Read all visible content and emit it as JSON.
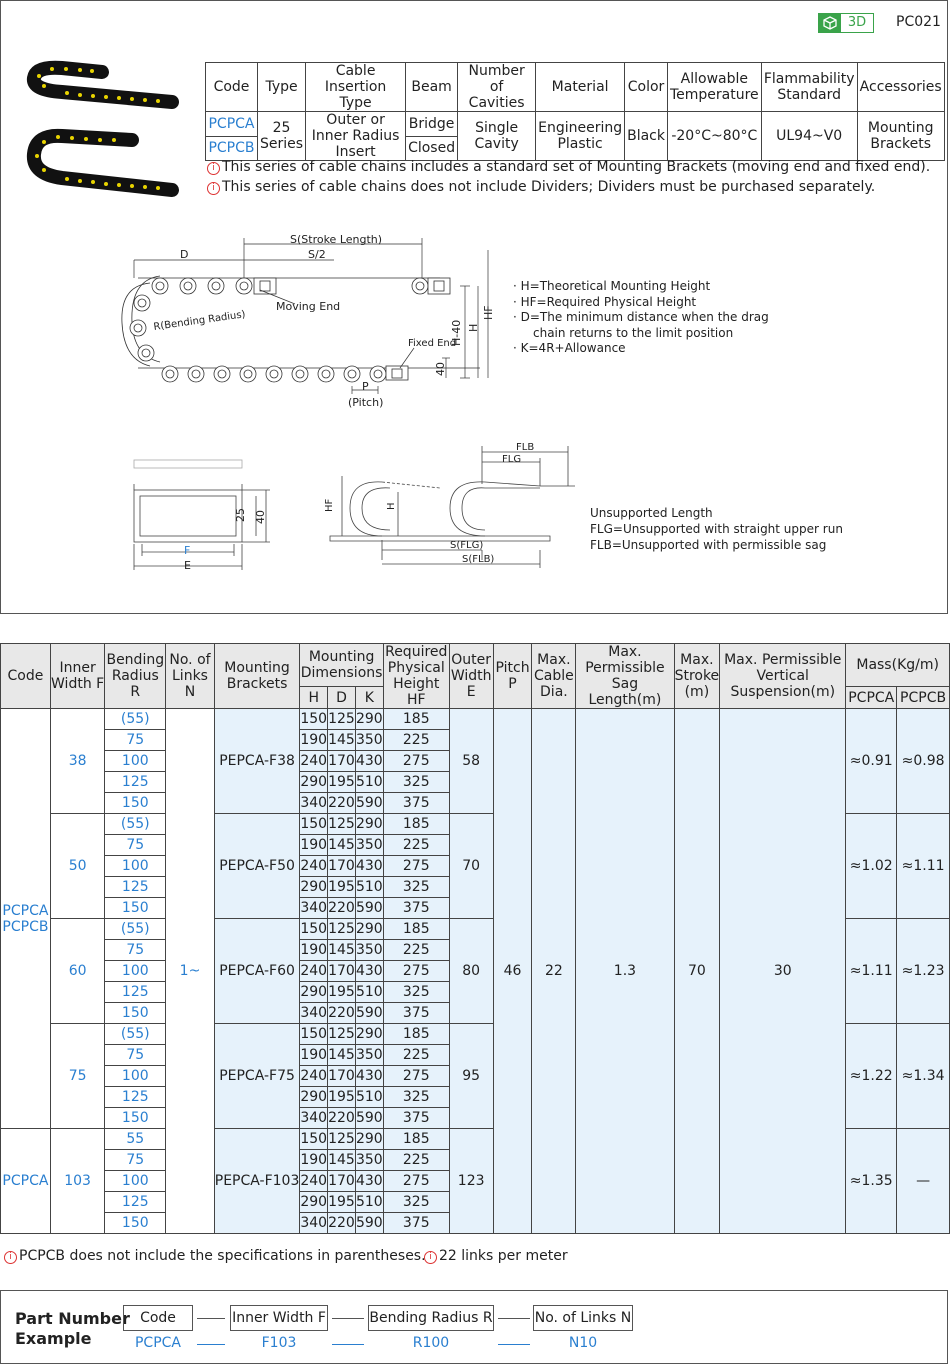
{
  "header": {
    "badge_3d": "3D",
    "code": "PC021"
  },
  "spec_table": {
    "headers": [
      "Code",
      "Type",
      "Cable Insertion Type",
      "Beam",
      "Number of Cavities",
      "Material",
      "Color",
      "Allowable Temperature",
      "Flammability Standard",
      "Accessories"
    ],
    "code_a": "PCPCA",
    "code_b": "PCPCB",
    "type": "25 Series",
    "insertion": "Outer or Inner Radius Insert",
    "beam_a": "Bridge",
    "beam_b": "Closed",
    "cavities": "Single Cavity",
    "material": "Engineering Plastic",
    "color": "Black",
    "temperature": "-20°C~80°C",
    "flammability": "UL94~V0",
    "accessories": "Mounting Brackets"
  },
  "notes": [
    "This series of cable chains includes a standard set of Mounting Brackets (moving end and fixed end).",
    "This series of cable chains does not include Dividers; Dividers must be purchased separately."
  ],
  "diagram1": {
    "stroke": "S(Stroke Length)",
    "half": "S/2",
    "d": "D",
    "moving_end": "Moving End",
    "bending": "R(Bending Radius)",
    "fixed_end": "Fixed End",
    "p": "P",
    "pitch": "(Pitch)",
    "h40": "H-40",
    "h": "H",
    "hf": "HF",
    "forty": "40"
  },
  "legend1": [
    "· H=Theoretical Mounting Height",
    "· HF=Required Physical Height",
    "· D=The minimum distance when the drag",
    "chain returns to the limit position",
    "· K=4R+Allowance"
  ],
  "diagram2": {
    "v25": "25",
    "v40": "40",
    "f": "F",
    "e": "E",
    "hf": "HF",
    "h": "H",
    "flb": "FLB",
    "flg": "FLG",
    "sflg": "S(FLG)",
    "sflb": "S(FLB)"
  },
  "legend2": [
    "Unsupported Length",
    "FLG=Unsupported with straight upper run",
    "FLB=Unsupported with permissible sag"
  ],
  "main_table": {
    "h_code": "Code",
    "h_inner": "Inner Width F",
    "h_bend": "Bending Radius R",
    "h_links": "No. of Links N",
    "h_brackets": "Mounting Brackets",
    "h_mount": "Mounting Dimensions",
    "h_H": "H",
    "h_D": "D",
    "h_K": "K",
    "h_req": "Required Physical Height HF",
    "h_outer": "Outer Width E",
    "h_pitch": "Pitch P",
    "h_cable": "Max. Cable Dia.",
    "h_sag": "Max. Permissible Sag Length(m)",
    "h_stroke": "Max. Stroke (m)",
    "h_vert": "Max. Permissible Vertical Suspension(m)",
    "h_mass": "Mass(Kg/m)",
    "h_ma": "PCPCA",
    "h_mb": "PCPCB",
    "code_ab_1": "PCPCA",
    "code_ab_2": "PCPCB",
    "code_a": "PCPCA",
    "links": "1~",
    "pitch": "46",
    "cable": "22",
    "sag": "1.3",
    "stroke": "70",
    "vert": "30",
    "groups": [
      {
        "f": "38",
        "bracket": "PEPCA-F38",
        "e": "58",
        "ma": "≈0.91",
        "mb": "≈0.98",
        "rows": [
          [
            "(55)",
            "150",
            "125",
            "290",
            "185"
          ],
          [
            "75",
            "190",
            "145",
            "350",
            "225"
          ],
          [
            "100",
            "240",
            "170",
            "430",
            "275"
          ],
          [
            "125",
            "290",
            "195",
            "510",
            "325"
          ],
          [
            "150",
            "340",
            "220",
            "590",
            "375"
          ]
        ]
      },
      {
        "f": "50",
        "bracket": "PEPCA-F50",
        "e": "70",
        "ma": "≈1.02",
        "mb": "≈1.11",
        "rows": [
          [
            "(55)",
            "150",
            "125",
            "290",
            "185"
          ],
          [
            "75",
            "190",
            "145",
            "350",
            "225"
          ],
          [
            "100",
            "240",
            "170",
            "430",
            "275"
          ],
          [
            "125",
            "290",
            "195",
            "510",
            "325"
          ],
          [
            "150",
            "340",
            "220",
            "590",
            "375"
          ]
        ]
      },
      {
        "f": "60",
        "bracket": "PEPCA-F60",
        "e": "80",
        "ma": "≈1.11",
        "mb": "≈1.23",
        "rows": [
          [
            "(55)",
            "150",
            "125",
            "290",
            "185"
          ],
          [
            "75",
            "190",
            "145",
            "350",
            "225"
          ],
          [
            "100",
            "240",
            "170",
            "430",
            "275"
          ],
          [
            "125",
            "290",
            "195",
            "510",
            "325"
          ],
          [
            "150",
            "340",
            "220",
            "590",
            "375"
          ]
        ]
      },
      {
        "f": "75",
        "bracket": "PEPCA-F75",
        "e": "95",
        "ma": "≈1.22",
        "mb": "≈1.34",
        "rows": [
          [
            "(55)",
            "150",
            "125",
            "290",
            "185"
          ],
          [
            "75",
            "190",
            "145",
            "350",
            "225"
          ],
          [
            "100",
            "240",
            "170",
            "430",
            "275"
          ],
          [
            "125",
            "290",
            "195",
            "510",
            "325"
          ],
          [
            "150",
            "340",
            "220",
            "590",
            "375"
          ]
        ]
      },
      {
        "f": "103",
        "bracket": "PEPCA-F103",
        "e": "123",
        "ma": "≈1.35",
        "mb": "—",
        "rows": [
          [
            "55",
            "150",
            "125",
            "290",
            "185"
          ],
          [
            "75",
            "190",
            "145",
            "350",
            "225"
          ],
          [
            "100",
            "240",
            "170",
            "430",
            "275"
          ],
          [
            "125",
            "290",
            "195",
            "510",
            "325"
          ],
          [
            "150",
            "340",
            "220",
            "590",
            "375"
          ]
        ]
      }
    ]
  },
  "footnotes": [
    "PCPCB does not include the specifications in parentheses.",
    "22 links per meter"
  ],
  "part_number": {
    "title_1": "Part Number",
    "title_2": "Example",
    "labels": [
      "Code",
      "Inner Width F",
      "Bending Radius R",
      "No. of Links N"
    ],
    "values": [
      "PCPCA",
      "F103",
      "R100",
      "N10"
    ]
  }
}
